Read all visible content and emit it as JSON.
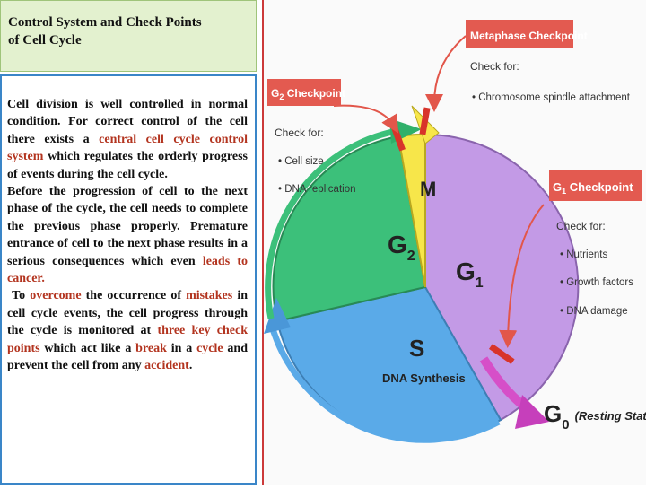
{
  "title": {
    "line1": "Control System and Check Points",
    "line2": "of Cell Cycle"
  },
  "body": {
    "p1_a": "Cell division is well controlled in normal condition. For correct control of the cell there exists a ",
    "p1_red": "central cell cycle control system",
    "p1_b": " which regulates the orderly progress of events during the cell cycle.",
    "p2_a": "Before the progression of cell to the next phase of the cycle, the cell needs to complete the previous phase properly. Premature entrance of cell to the next phase results in a serious consequences which even ",
    "p2_red": "leads to cancer.",
    "p3_a": " To ",
    "p3_red1": "overcome",
    "p3_b": " the occurrence of ",
    "p3_red2": "mistakes",
    "p3_c": " in cell cycle events, the cell progress through the cycle is monitored at ",
    "p3_red3": "three key check points",
    "p3_d": " which act like a ",
    "p3_red4": "break",
    "p3_e": " in a ",
    "p3_red5": "cycle",
    "p3_f": " and prevent the cell from any ",
    "p3_red6": "accident",
    "p3_g": "."
  },
  "diagram": {
    "metaphase": {
      "title": "Metaphase Checkpoint",
      "check": "Check for:",
      "items": [
        "Chromosome spindle attachment"
      ]
    },
    "g2": {
      "title_main": "G",
      "title_sub": "2",
      "title_rest": " Checkpoint",
      "check": "Check for:",
      "items": [
        "Cell size",
        "DNA replication"
      ]
    },
    "g1": {
      "title_main": "G",
      "title_sub": "1",
      "title_rest": " Checkpoint",
      "check": "Check for:",
      "items": [
        "Nutrients",
        "Growth factors",
        "DNA damage"
      ]
    },
    "phases": {
      "m": "M",
      "g2_main": "G",
      "g2_sub": "2",
      "g1_main": "G",
      "g1_sub": "1",
      "s": "S",
      "s_desc": "DNA Synthesis",
      "g0_main": "G",
      "g0_sub": "0",
      "g0_desc": "(Resting State)"
    },
    "colors": {
      "m": "#f7e64a",
      "g1": "#c39ae6",
      "g2": "#3cc07a",
      "s": "#5aaae8",
      "checkpoint_box": "#e35a50",
      "arrow": "#e2564a"
    }
  }
}
